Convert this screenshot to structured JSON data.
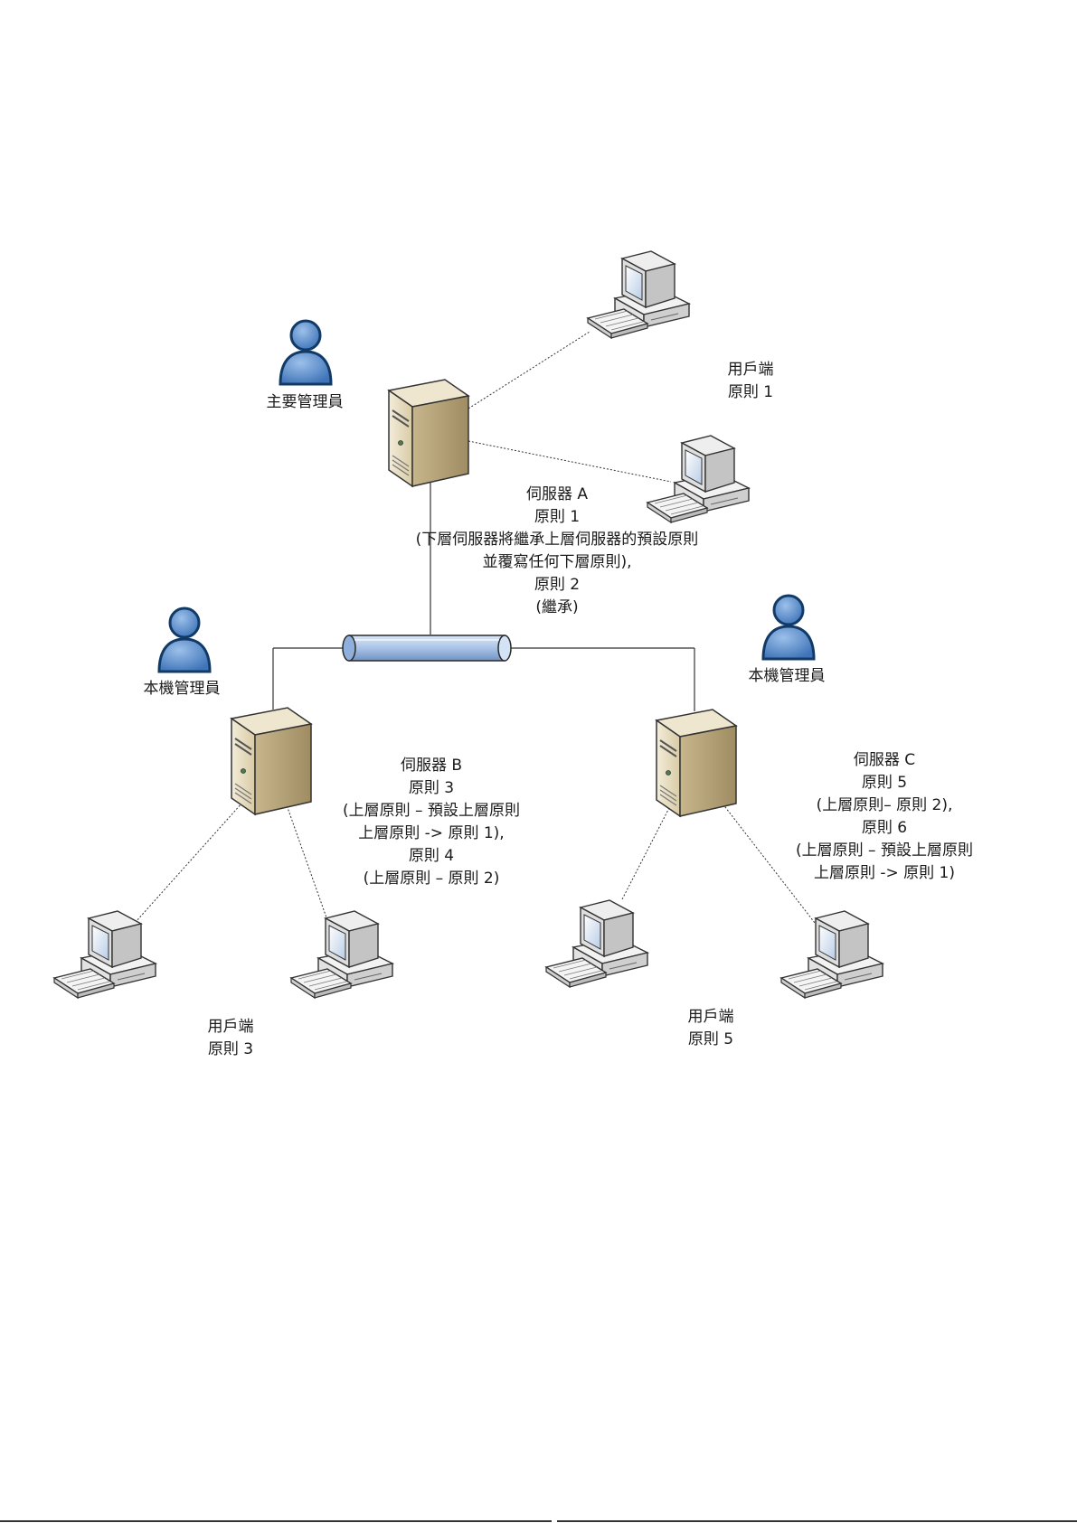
{
  "labels": {
    "primary_admin": "主要管理員",
    "local_admin_left": "本機管理員",
    "local_admin_right": "本機管理員",
    "client_top": {
      "line1": "用戶端",
      "line2": "原則 1"
    },
    "client_bottom_left": {
      "line1": "用戶端",
      "line2": "原則 3"
    },
    "client_bottom_right": {
      "line1": "用戶端",
      "line2": "原則 5"
    },
    "server_a": [
      "伺服器 A",
      "原則 1",
      "(下層伺服器將繼承上層伺服器的預設原則",
      "並覆寫任何下層原則),",
      "原則 2",
      "(繼承)"
    ],
    "server_b": [
      "伺服器 B",
      "原則 3",
      "(上層原則 – 預設上層原則",
      "上層原則 -> 原則 1),",
      "原則 4",
      "(上層原則 – 原則 2)"
    ],
    "server_c": [
      "伺服器 C",
      "原則 5",
      "(上層原則– 原則 2),",
      "原則 6",
      "(上層原則 – 預設上層原則",
      "上層原則 -> 原則 1)"
    ]
  },
  "icons": {
    "server": "server-tower-icon",
    "computer": "desktop-computer-icon",
    "user": "user-person-icon",
    "network": "network-bus-cylinder-icon"
  },
  "colors": {
    "server_body": "#e6dcc2",
    "server_dark": "#b7a682",
    "person_fill": "#5b8fcf",
    "person_stroke": "#2f5b8f",
    "bus_fill": "#a9c3e6",
    "line": "#333333"
  }
}
